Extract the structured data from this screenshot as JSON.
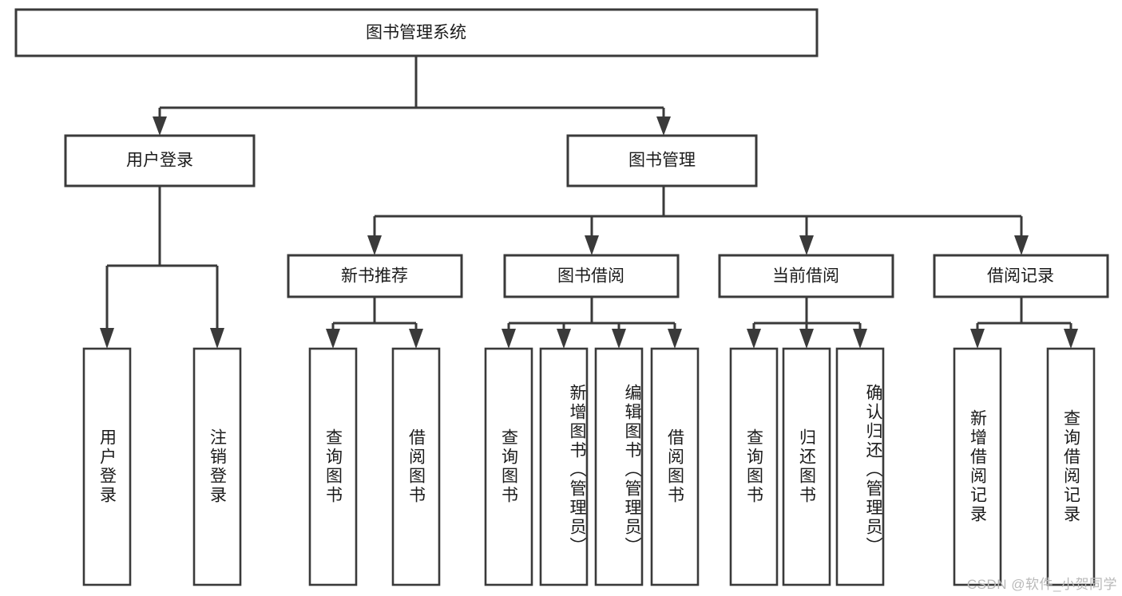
{
  "diagram": {
    "type": "tree-hierarchy",
    "title": "图书管理系统",
    "levels": {
      "root": {
        "label": "图书管理系统"
      },
      "level2": [
        {
          "label": "用户登录"
        },
        {
          "label": "图书管理"
        }
      ],
      "level3": [
        {
          "label": "新书推荐"
        },
        {
          "label": "图书借阅"
        },
        {
          "label": "当前借阅"
        },
        {
          "label": "借阅记录"
        }
      ]
    },
    "leaves": {
      "user_login": [
        {
          "label": "用户登录"
        },
        {
          "label": "注销登录"
        }
      ],
      "new_book_recommend": [
        {
          "label": "查询图书"
        },
        {
          "label": "借阅图书"
        }
      ],
      "book_borrow": [
        {
          "label": "查询图书"
        },
        {
          "label": "新增图书（管理员）"
        },
        {
          "label": "编辑图书（管理员）"
        },
        {
          "label": "借阅图书"
        }
      ],
      "current_borrow": [
        {
          "label": "查询图书"
        },
        {
          "label": "归还图书"
        },
        {
          "label": "确认归还（管理员）"
        }
      ],
      "borrow_record": [
        {
          "label": "新增借阅记录"
        },
        {
          "label": "查询借阅记录"
        }
      ]
    }
  },
  "watermark": {
    "text": "CSDN @软件_小贺同学"
  },
  "colors": {
    "box_stroke": "#3a3a3a",
    "box_fill": "#ffffff",
    "text": "#1b1b1b",
    "watermark": "#b9b9b9",
    "background": "#ffffff"
  }
}
